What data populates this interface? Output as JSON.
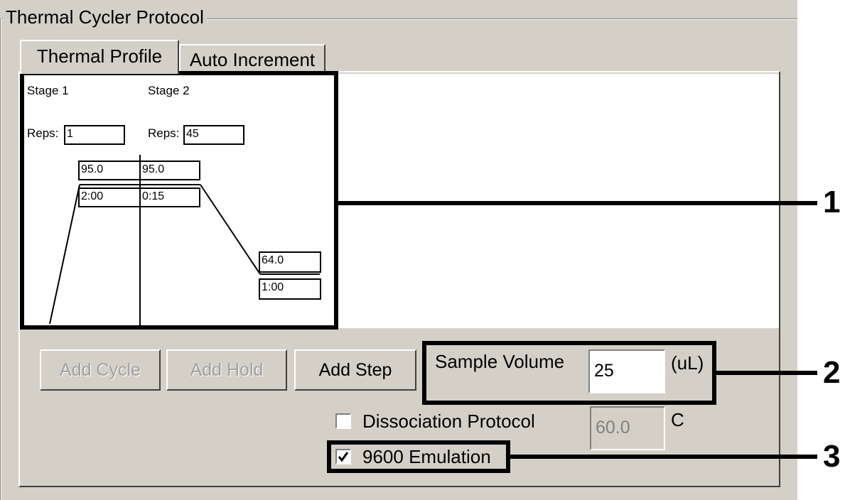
{
  "group": {
    "title": "Thermal Cycler Protocol"
  },
  "tabs": [
    {
      "label": "Thermal Profile",
      "active": true
    },
    {
      "label": "Auto Increment",
      "active": false
    }
  ],
  "stages": [
    {
      "label": "Stage 1",
      "reps_label": "Reps:",
      "reps": "1",
      "steps": [
        {
          "temp": "95.0",
          "time": "2:00"
        }
      ]
    },
    {
      "label": "Stage 2",
      "reps_label": "Reps:",
      "reps": "45",
      "steps": [
        {
          "temp": "95.0",
          "time": "0:15"
        },
        {
          "temp": "64.0",
          "time": "1:00"
        }
      ]
    }
  ],
  "buttons": {
    "add_cycle": "Add Cycle",
    "add_hold": "Add Hold",
    "add_step": "Add Step"
  },
  "sample_volume": {
    "label": "Sample Volume",
    "value": "25",
    "unit": "(uL)"
  },
  "dissociation": {
    "label": "Dissociation Protocol",
    "checked": false,
    "value": "60.0",
    "unit": "C"
  },
  "emulation": {
    "label": "9600 Emulation",
    "checked": true
  },
  "callouts": [
    "1",
    "2",
    "3"
  ]
}
